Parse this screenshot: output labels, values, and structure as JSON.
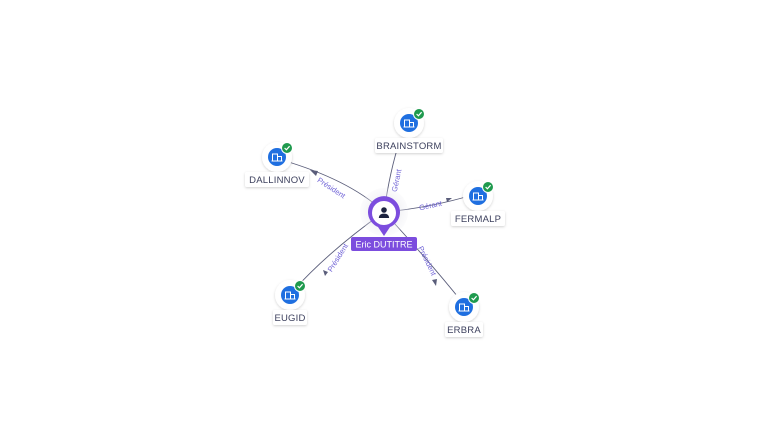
{
  "center": {
    "name": "Eric DUTITRE",
    "icon": "person-icon"
  },
  "companies": [
    {
      "id": "brainstorm",
      "name": "BRAINSTORM",
      "relation": "Gérant",
      "icon": "building-icon",
      "badge": "check-badge-icon"
    },
    {
      "id": "dallinnov",
      "name": "DALLINNOV",
      "relation": "Président",
      "icon": "building-icon",
      "badge": "check-badge-icon"
    },
    {
      "id": "fermalp",
      "name": "FERMALP",
      "relation": "Gérant",
      "icon": "building-icon",
      "badge": "check-badge-icon"
    },
    {
      "id": "eugid",
      "name": "EUGID",
      "relation": "Président",
      "icon": "building-icon",
      "badge": "check-badge-icon"
    },
    {
      "id": "erbra",
      "name": "ERBRA",
      "relation": "Président",
      "icon": "building-icon",
      "badge": "check-badge-icon"
    }
  ],
  "colors": {
    "accent": "#7c4dde",
    "node_blue": "#1f6fe0",
    "check_green": "#1f9a4e",
    "edge": "#5a5d7a",
    "edge_label": "#6f62d6"
  }
}
